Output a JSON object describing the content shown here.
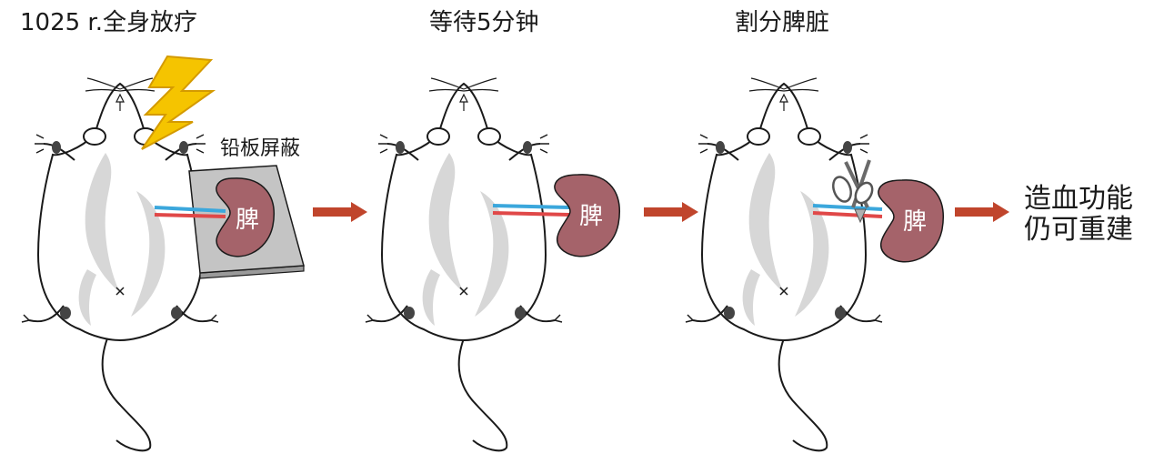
{
  "steps": [
    {
      "title": "1025 r.全身放疗",
      "spleen_label": "脾",
      "shield_label": "铅板屏蔽"
    },
    {
      "title": "等待5分钟",
      "spleen_label": "脾"
    },
    {
      "title": "割分脾脏",
      "spleen_label": "脾"
    }
  ],
  "result": {
    "line1": "造血功能",
    "line2": "仍可重建"
  },
  "colors": {
    "body_fill": "#ffffff",
    "body_stroke": "#1a1a1a",
    "shading": "#d7d7d7",
    "spleen": "#a5636a",
    "plate_face": "#c4c4c4",
    "plate_edge": "#9a9a9a",
    "lightning_fill": "#f5c400",
    "lightning_stroke": "#d49a00",
    "vessel_blue": "#3ba7dc",
    "vessel_red": "#e04848",
    "arrow": "#c0452c"
  }
}
